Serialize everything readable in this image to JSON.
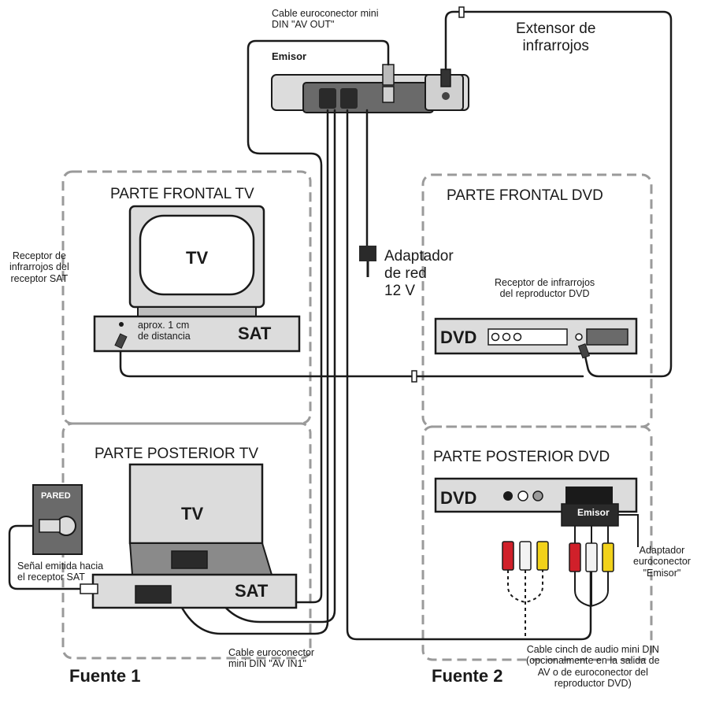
{
  "emitter": {
    "label": "Emisor",
    "av_out_cable": [
      "Cable euroconector mini",
      "DIN \"AV OUT\""
    ],
    "ir_extender": [
      "Extensor de",
      "infrarrojos"
    ]
  },
  "power_adapter": [
    "Adaptador",
    "de red",
    "12 V"
  ],
  "tv_front": {
    "title": "PARTE FRONTAL TV",
    "tv_label": "TV",
    "sat_label": "SAT",
    "ir_receiver_sat": [
      "Receptor de",
      "infrarrojos del",
      "receptor SAT"
    ],
    "distance": [
      "aprox. 1 cm",
      "de distancia"
    ]
  },
  "dvd_front": {
    "title": "PARTE FRONTAL DVD",
    "dvd_label": "DVD",
    "ir_receiver_dvd": [
      "Receptor de infrarrojos",
      "del reproductor DVD"
    ]
  },
  "tv_back": {
    "title": "PARTE POSTERIOR TV",
    "tv_label": "TV",
    "sat_label": "SAT",
    "wall_label": "PARED",
    "signal": [
      "Señal emitida hacia",
      "el receptor SAT"
    ],
    "av_in_cable": [
      "Cable euroconector",
      "mini DIN \"AV IN1\""
    ]
  },
  "dvd_back": {
    "title": "PARTE POSTERIOR DVD",
    "dvd_label": "DVD",
    "emitter_label": "Emisor",
    "scart_adapter": [
      "Adaptador",
      "euroconector",
      "\"Emisor\""
    ],
    "cinch_cable": [
      "Cable cinch de audio mini DIN",
      "(opcionalmente en la salida de",
      "AV o de euroconector del",
      "reproductor DVD)"
    ]
  },
  "sources": {
    "source1": "Fuente 1",
    "source2": "Fuente 2"
  },
  "colors": {
    "line": "#1a1a1a",
    "box_dash": "#9a9a9a",
    "device_gray": "#dcdcdc",
    "device_dark": "#444444",
    "rca_red": "#d0202a",
    "rca_white": "#f2f2f2",
    "rca_yellow": "#f2d21a"
  }
}
